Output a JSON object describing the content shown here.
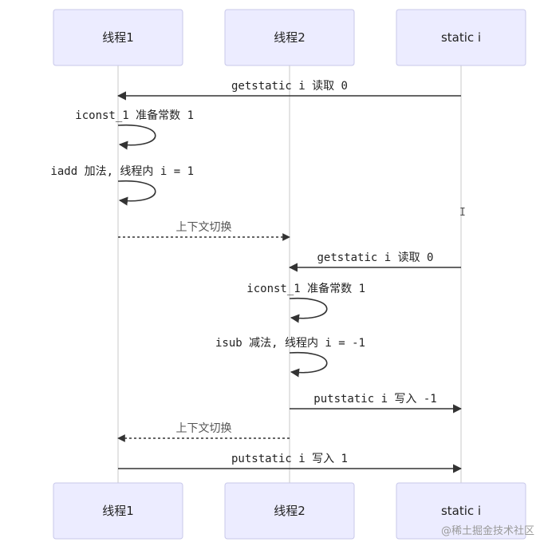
{
  "actors": [
    {
      "id": "t1",
      "label": "线程1"
    },
    {
      "id": "t2",
      "label": "线程2"
    },
    {
      "id": "si",
      "label": "static i"
    }
  ],
  "messages": [
    {
      "from": "si",
      "to": "t1",
      "text": "getstatic i 读取 0",
      "style": "solid"
    },
    {
      "from": "t1",
      "to": "t1",
      "text": "iconst_1 准备常数 1",
      "style": "self"
    },
    {
      "from": "t1",
      "to": "t1",
      "text": "iadd 加法, 线程内 i = 1",
      "style": "self"
    },
    {
      "from": "t1",
      "to": "t2",
      "text": "上下文切换",
      "style": "dotted"
    },
    {
      "from": "si",
      "to": "t2",
      "text": "getstatic i 读取 0",
      "style": "solid"
    },
    {
      "from": "t2",
      "to": "t2",
      "text": "iconst_1 准备常数 1",
      "style": "self"
    },
    {
      "from": "t2",
      "to": "t2",
      "text": "isub 减法, 线程内 i = -1",
      "style": "self"
    },
    {
      "from": "t2",
      "to": "si",
      "text": "putstatic i 写入 -1",
      "style": "solid"
    },
    {
      "from": "t2",
      "to": "t1",
      "text": "上下文切换",
      "style": "dotted"
    },
    {
      "from": "t1",
      "to": "si",
      "text": "putstatic i 写入 1",
      "style": "solid"
    }
  ],
  "watermark": "@稀土掘金技术社区",
  "colors": {
    "actor_fill": "#ececff",
    "actor_border": "#c8c8ea",
    "line": "#333333",
    "lifeline": "#c9c9c9"
  }
}
